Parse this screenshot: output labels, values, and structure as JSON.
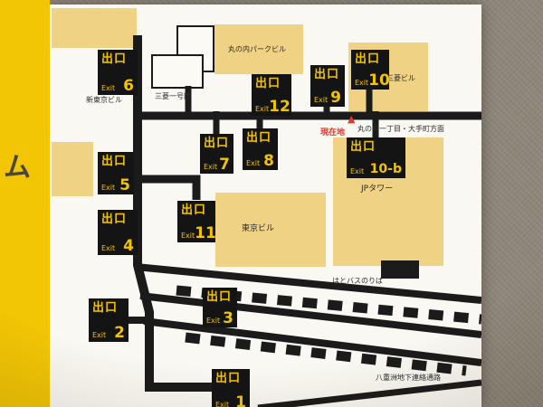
{
  "sign": {
    "left_strip_char": "ム"
  },
  "map": {
    "exit_word_jp": "出口",
    "exit_word_en": "Exit",
    "current_location_marker": "▲",
    "labels": {
      "marunouchi_park": "丸の内パークビル",
      "mitsubishi": "三菱ビル",
      "shin_tokyo": "新東京ビル",
      "ichigokan": "三菱一号館",
      "direction": "丸の内一丁目・大手町方面",
      "current_location": "現在地",
      "jp_tower": "JPタワー",
      "tokyo_bldg": "東京ビル",
      "hato_bus": "はとバスのりば",
      "yaesu": "八重洲地下連絡通路"
    },
    "exits": [
      {
        "number": "6"
      },
      {
        "number": "12"
      },
      {
        "number": "9"
      },
      {
        "number": "10"
      },
      {
        "number": "5"
      },
      {
        "number": "7"
      },
      {
        "number": "8"
      },
      {
        "number": "10-b"
      },
      {
        "number": "11"
      },
      {
        "number": "4"
      },
      {
        "number": "3"
      },
      {
        "number": "2"
      },
      {
        "number": "1"
      }
    ]
  },
  "colors": {
    "accent_yellow": "#F2C505",
    "building_tan": "#EFD283",
    "road_black": "#1B1B1B",
    "panel_white": "#FAF8F2",
    "wall": "#8E8679",
    "marker_red": "#D93A2B"
  }
}
